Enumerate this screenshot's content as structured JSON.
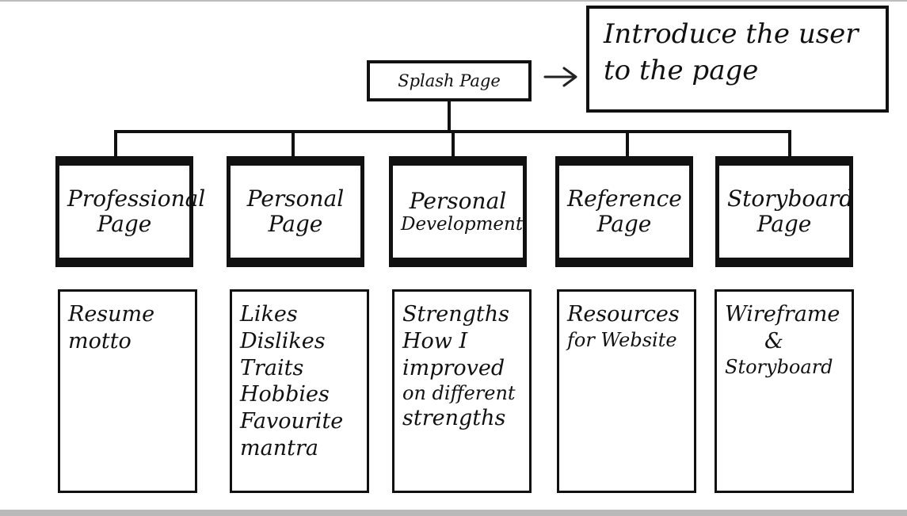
{
  "diagram": {
    "splash": {
      "label": "Splash Page"
    },
    "note": {
      "text": "Introduce the user to the page"
    },
    "pages": [
      {
        "title_line1": "Professional",
        "title_line2": "Page",
        "content": [
          "Resume",
          "motto"
        ]
      },
      {
        "title_line1": "Personal",
        "title_line2": "Page",
        "content": [
          "Likes",
          "Dislikes",
          "Traits",
          "Hobbies",
          "Favourite",
          "mantra"
        ]
      },
      {
        "title_line1": "Personal",
        "title_line2": "Development",
        "content": [
          "Strengths",
          "How I",
          "improved",
          "on different",
          "strengths"
        ]
      },
      {
        "title_line1": "Reference",
        "title_line2": "Page",
        "content": [
          "Resources",
          "for Website"
        ]
      },
      {
        "title_line1": "Storyboard",
        "title_line2": "Page",
        "content": [
          "Wireframe",
          "&",
          "Storyboard"
        ]
      }
    ]
  }
}
